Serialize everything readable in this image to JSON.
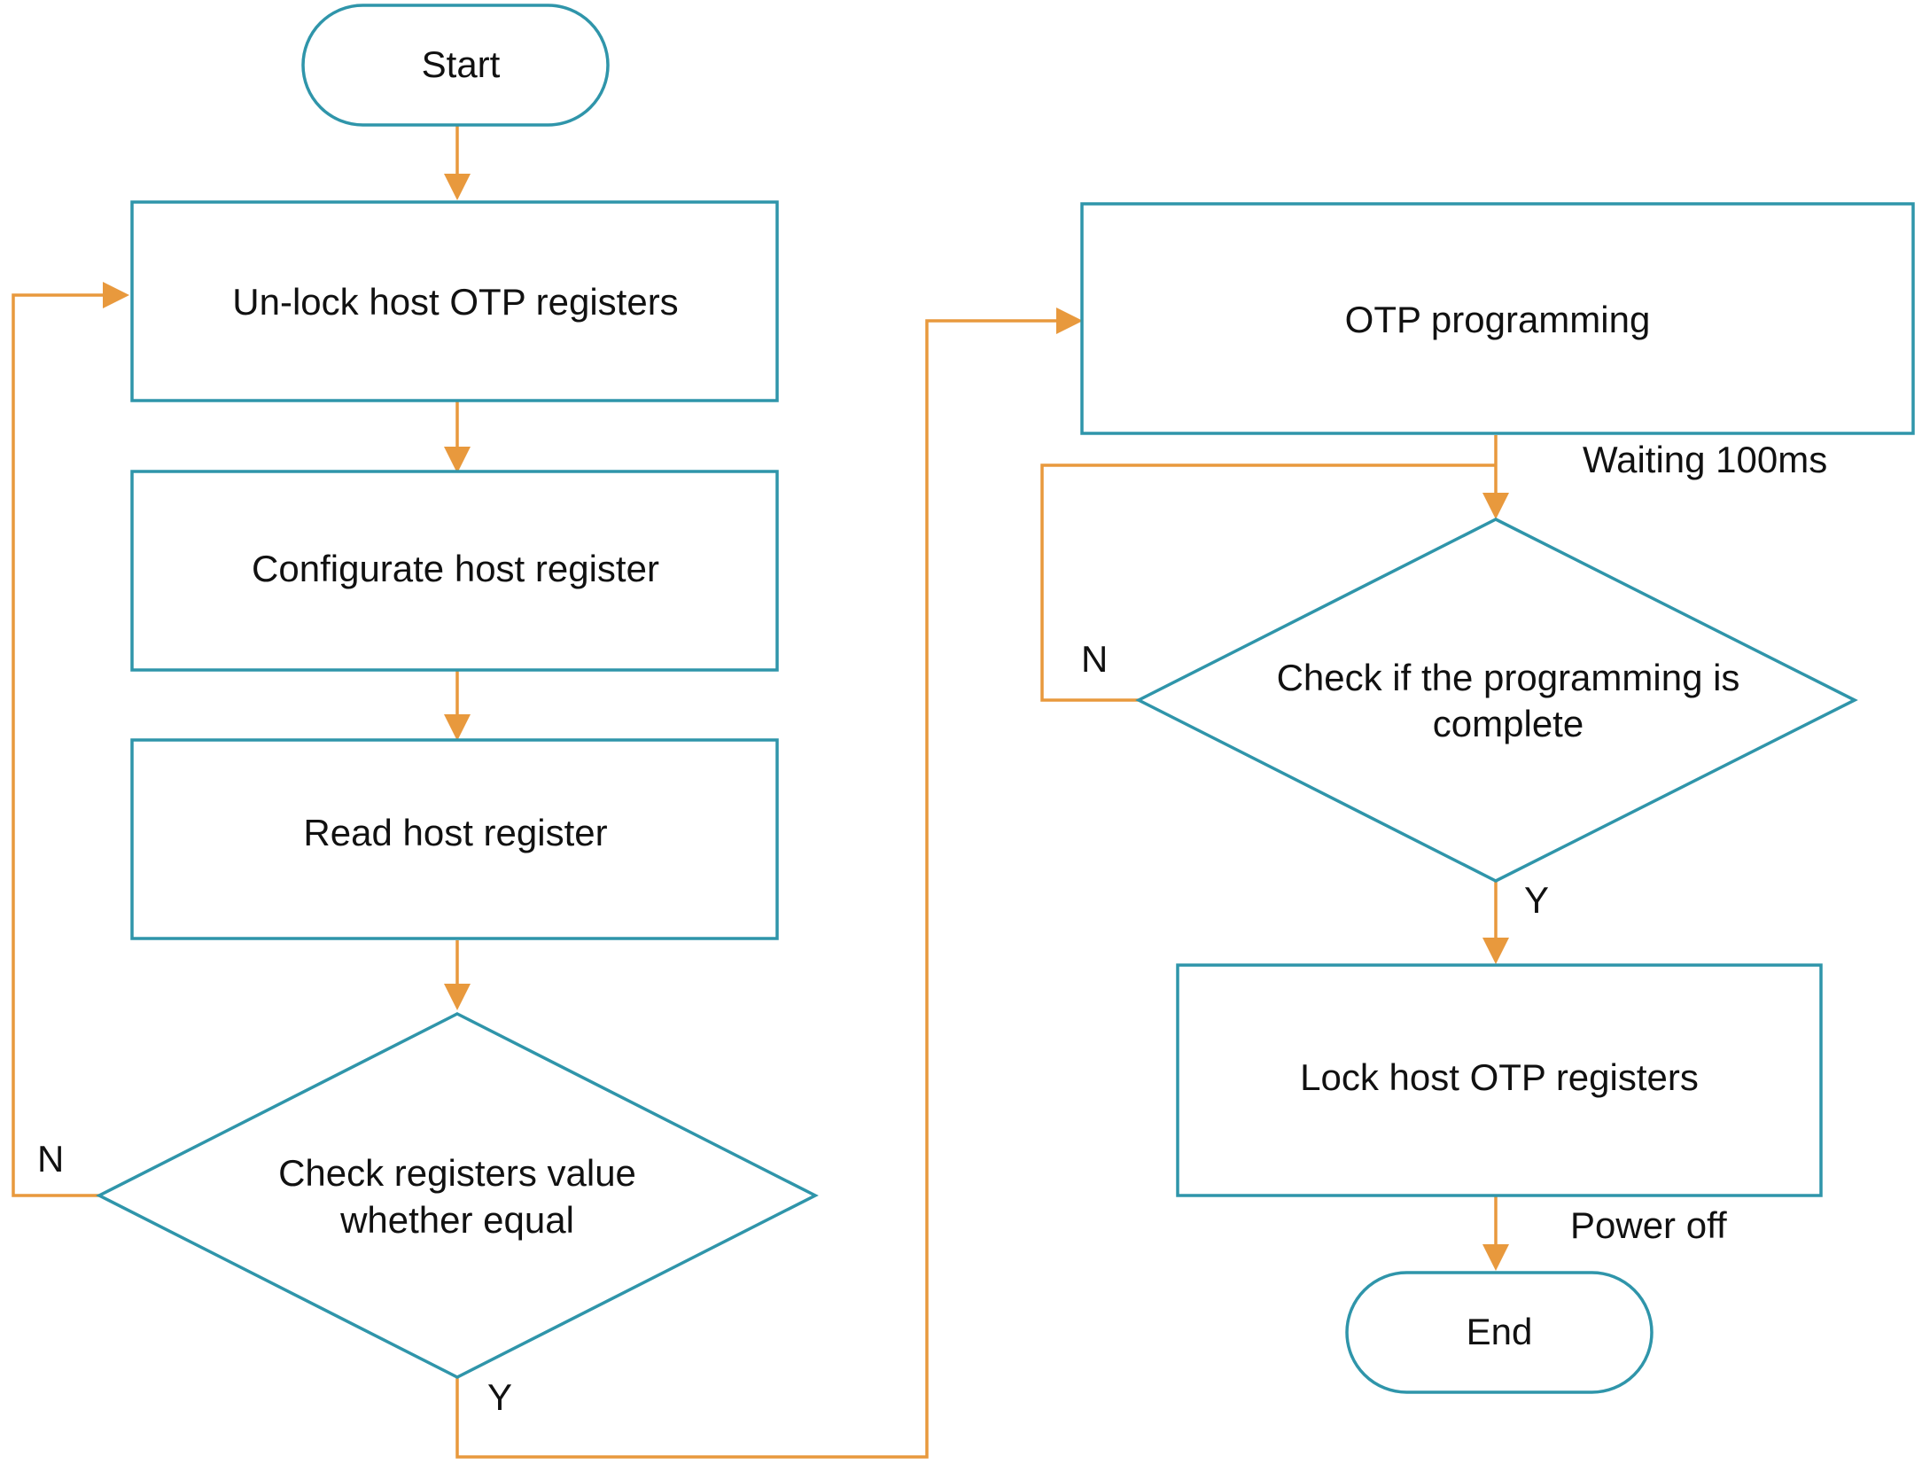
{
  "nodes": {
    "start": "Start",
    "unlock": "Un-lock host OTP registers",
    "configure": "Configurate host register",
    "read": "Read host register",
    "check_equal_line1": "Check registers value",
    "check_equal_line2": "whether equal",
    "otp_programming": "OTP programming",
    "check_complete_line1": "Check if the programming is",
    "check_complete_line2": "complete",
    "lock": "Lock host OTP registers",
    "end": "End"
  },
  "edge_labels": {
    "no_left": "N",
    "yes_left": "Y",
    "waiting": "Waiting 100ms",
    "no_right": "N",
    "yes_right": "Y",
    "power_off": "Power off"
  },
  "colors": {
    "shape_stroke": "#2f95aa",
    "connector": "#e8993d",
    "text": "#111111"
  }
}
